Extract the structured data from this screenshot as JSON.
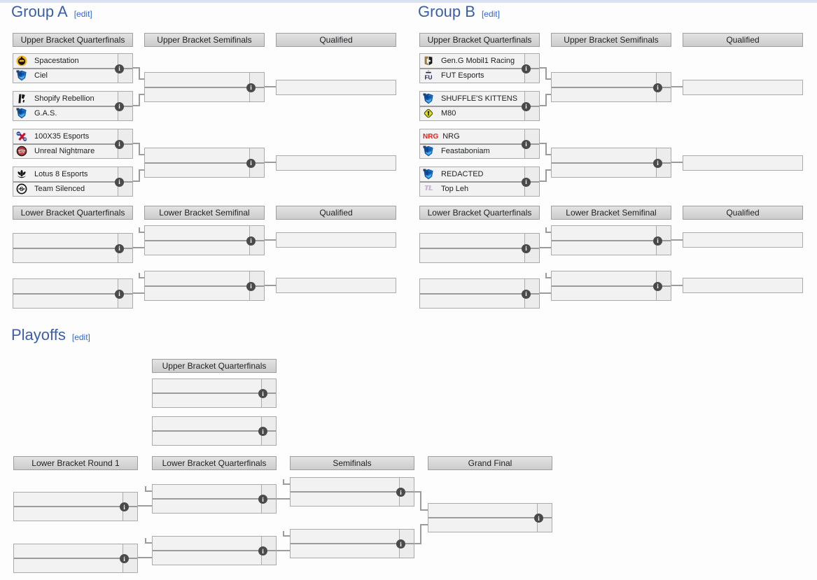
{
  "page": {
    "top_strip_color": "#dbe2f1",
    "background_color": "#fdfdfd"
  },
  "colors": {
    "heading_text": "#3b5fa7",
    "edit_link": "#3366cc",
    "header_bg_top": "#e3e3e3",
    "header_bg_bottom": "#cccccc",
    "box_background": "#f2f2f2",
    "score_cell_background": "#ececec",
    "box_border": "#aaaaaa",
    "connector_line": "#9b9b9b",
    "info_icon_background": "#4a4a4a",
    "nrg_red": "#e2231a"
  },
  "groups": [
    {
      "title": "Group A",
      "edit": "[edit]",
      "upper_headers": [
        "Upper Bracket Quarterfinals",
        "Upper Bracket Semifinals",
        "Qualified"
      ],
      "lower_headers": [
        "Lower Bracket Quarterfinals",
        "Lower Bracket Semifinal",
        "Qualified"
      ],
      "ub_quarterfinals": [
        {
          "top": {
            "name": "Spacestation",
            "logo": "spacestation"
          },
          "bottom": {
            "name": "Ciel",
            "logo": "shield-blue"
          }
        },
        {
          "top": {
            "name": "Shopify Rebellion",
            "logo": "shopify-rebellion"
          },
          "bottom": {
            "name": "G.A.S.",
            "logo": "shield-blue"
          }
        },
        {
          "top": {
            "name": "100X35 Esports",
            "logo": "100x35"
          },
          "bottom": {
            "name": "Unreal Nightmare",
            "logo": "unreal-nightmare"
          }
        },
        {
          "top": {
            "name": "Lotus 8 Esports",
            "logo": "lotus8"
          },
          "bottom": {
            "name": "Team Silenced",
            "logo": "team-silenced"
          }
        }
      ]
    },
    {
      "title": "Group B",
      "edit": "[edit]",
      "upper_headers": [
        "Upper Bracket Quarterfinals",
        "Upper Bracket Semifinals",
        "Qualified"
      ],
      "lower_headers": [
        "Lower Bracket Quarterfinals",
        "Lower Bracket Semifinal",
        "Qualified"
      ],
      "ub_quarterfinals": [
        {
          "top": {
            "name": "Gen.G Mobil1 Racing",
            "logo": "geng"
          },
          "bottom": {
            "name": "FUT Esports",
            "logo": "fut"
          }
        },
        {
          "top": {
            "name": "SHUFFLE'S KITTENS",
            "logo": "shield-blue"
          },
          "bottom": {
            "name": "M80",
            "logo": "m80"
          }
        },
        {
          "top": {
            "name": "NRG",
            "logo": "nrg-wordmark"
          },
          "bottom": {
            "name": "Feastaboniam",
            "logo": "shield-blue"
          }
        },
        {
          "top": {
            "name": "REDACTED",
            "logo": "shield-blue"
          },
          "bottom": {
            "name": "Top Leh",
            "logo": "topleh"
          }
        }
      ]
    }
  ],
  "playoffs": {
    "title": "Playoffs",
    "edit": "[edit]",
    "upper_header": "Upper Bracket Quarterfinals",
    "lower_headers": [
      "Lower Bracket Round 1",
      "Lower Bracket Quarterfinals",
      "Semifinals",
      "Grand Final"
    ]
  },
  "icons": {
    "match_info": "i"
  }
}
